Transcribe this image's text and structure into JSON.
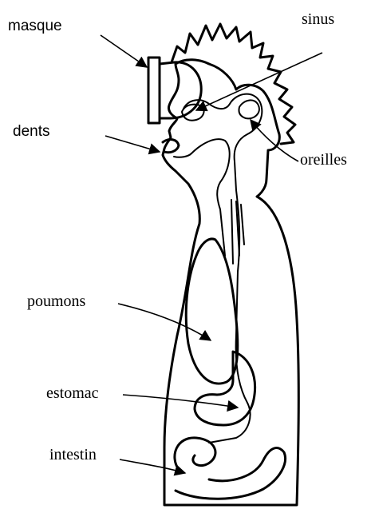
{
  "labels": {
    "masque": "masque",
    "sinus": "sinus",
    "dents": "dents",
    "oreilles": "oreilles",
    "poumons": "poumons",
    "estomac": "estomac",
    "intestin": "intestin"
  }
}
